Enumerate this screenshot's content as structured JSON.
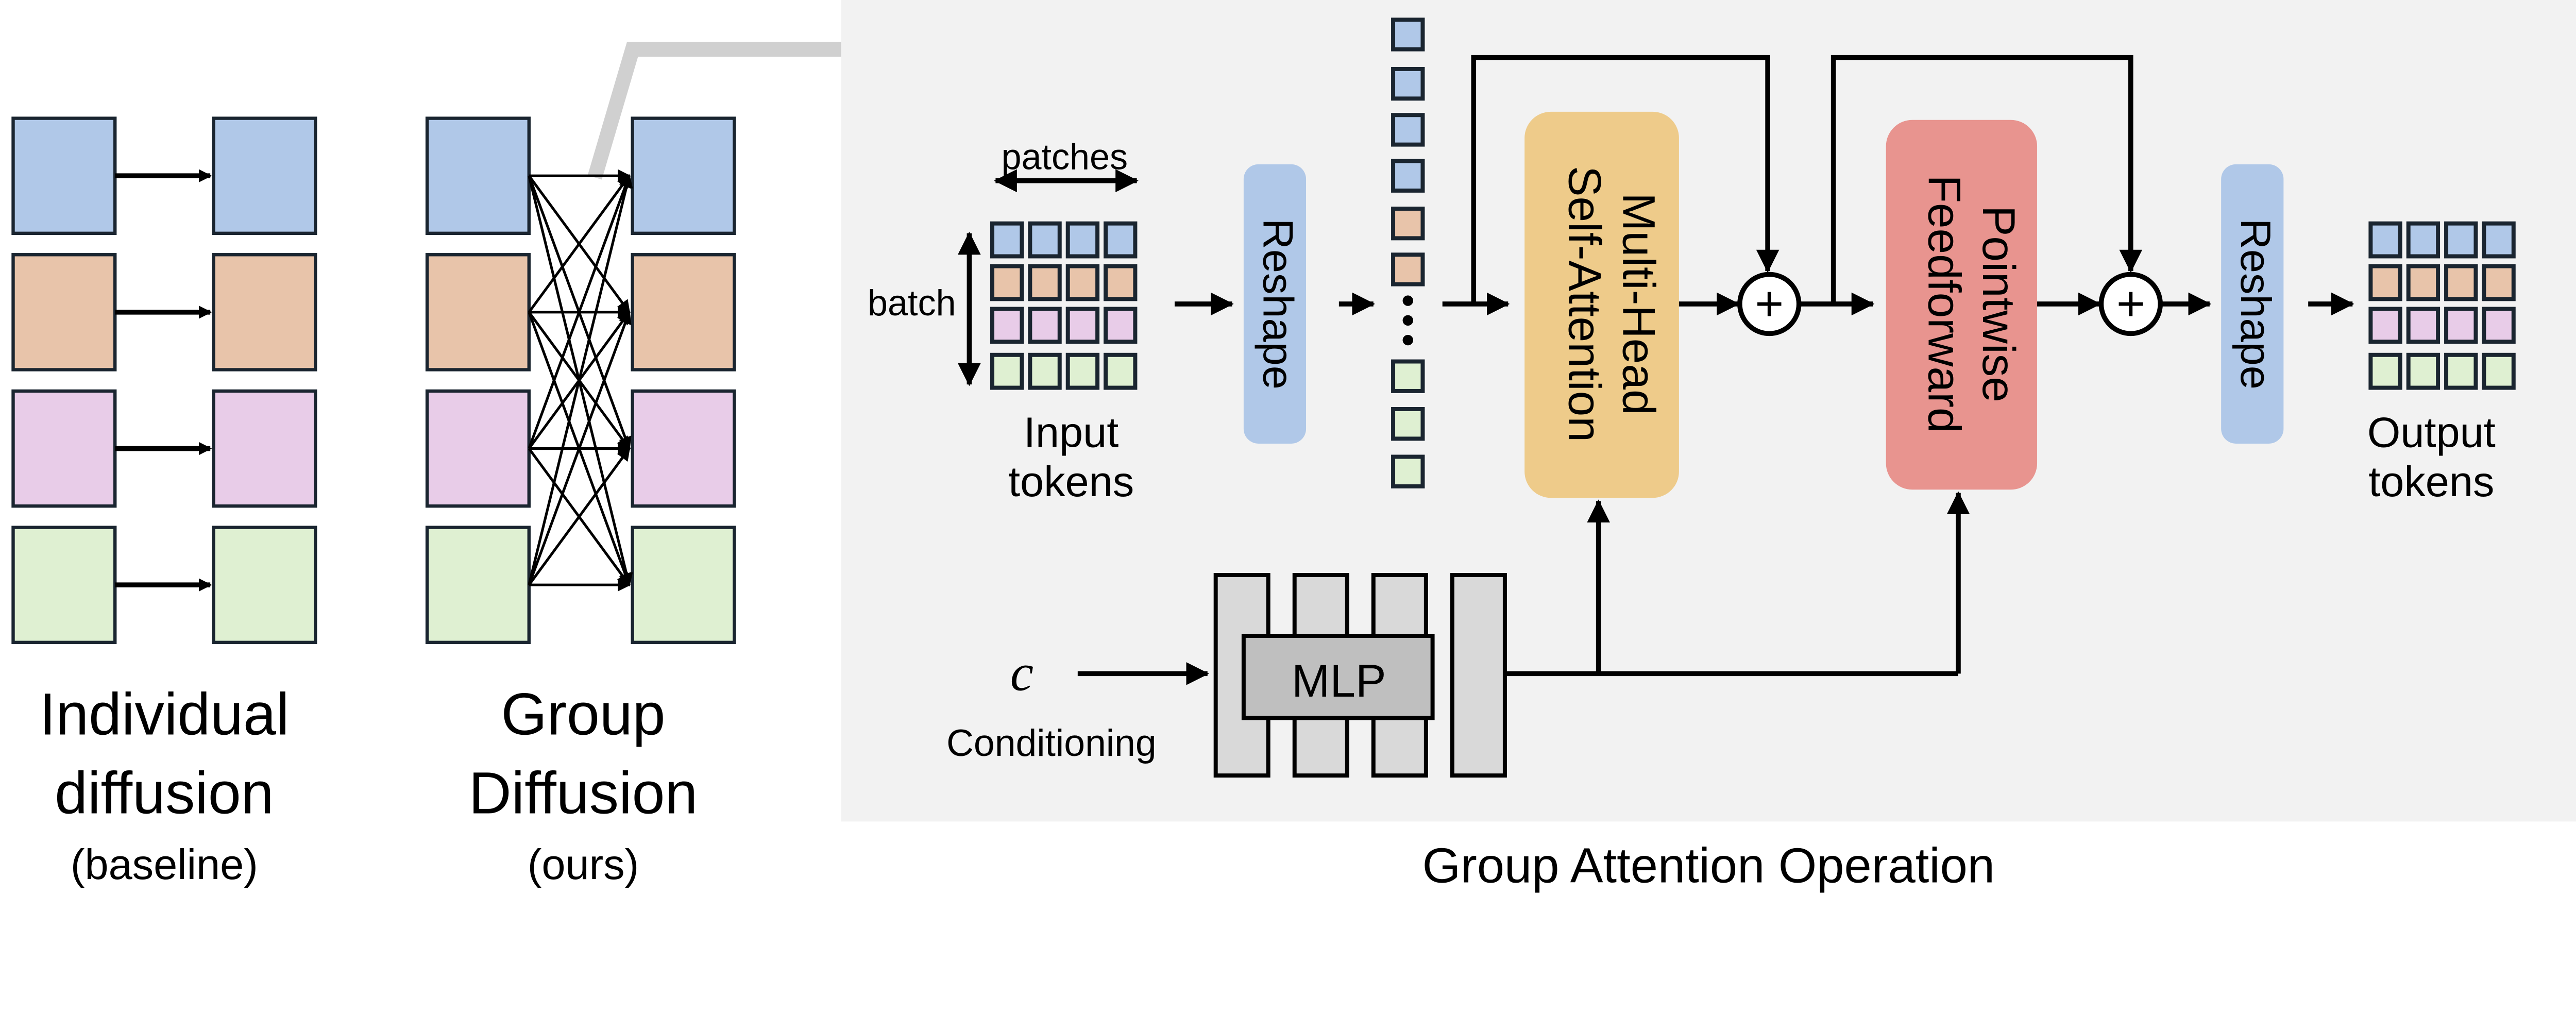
{
  "colors": {
    "blue": "#b0c8e8",
    "orange": "#e8c4aa",
    "pink": "#e8cce8",
    "green": "#dff0d2",
    "panel": "#f2f2f2",
    "attention": "#eecb8a",
    "feedforward": "#e8948f",
    "mlp_bars": "#d9d9d9",
    "mlp_box": "#bfbfbf"
  },
  "left": {
    "individual": {
      "line1": "Individual",
      "line2": "diffusion",
      "note": "(baseline)"
    },
    "group": {
      "line1": "Group",
      "line2": "Diffusion",
      "note": "(ours)"
    }
  },
  "panel": {
    "title": "Group Attention Operation",
    "patches": "patches",
    "batch": "batch",
    "input_tokens": {
      "line1": "Input",
      "line2": "tokens"
    },
    "output_tokens": {
      "line1": "Output",
      "line2": "tokens"
    },
    "reshape": "Reshape",
    "attention": {
      "line1": "Multi-Head",
      "line2": "Self-Attention"
    },
    "feedforward": {
      "line1": "Pointwise",
      "line2": "Feedforward"
    },
    "plus": "+",
    "mlp": "MLP",
    "cond_symbol": "c",
    "conditioning": "Conditioning"
  }
}
